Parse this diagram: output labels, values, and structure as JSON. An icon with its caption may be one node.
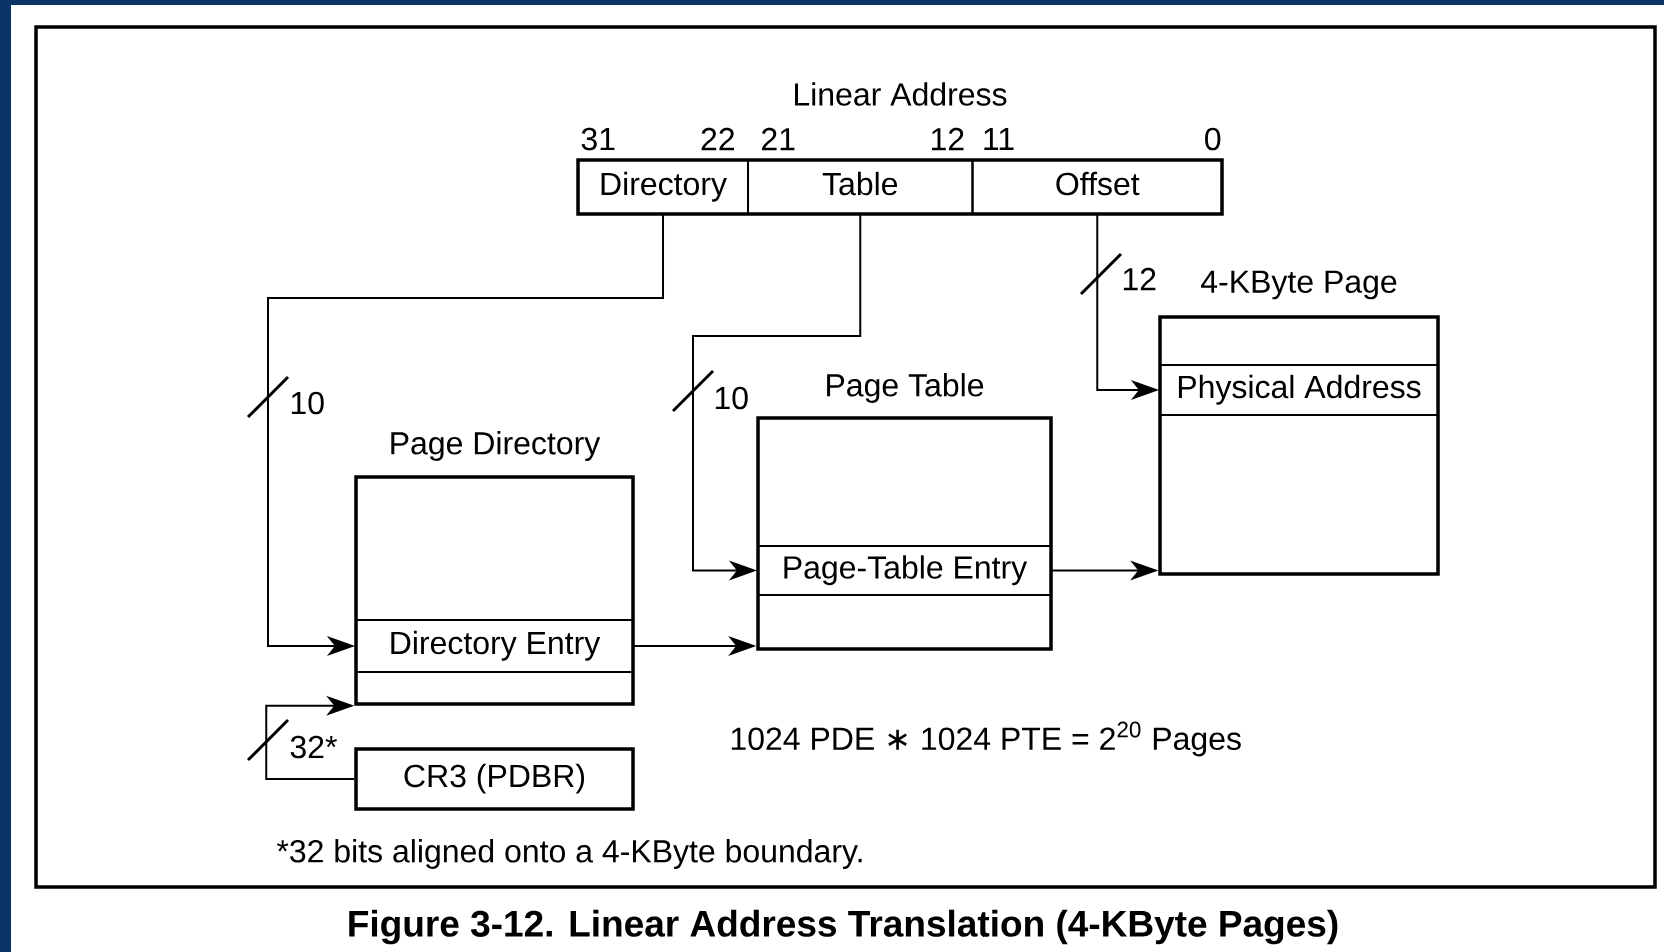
{
  "diagram": {
    "caption": "Figure 3-12. Linear Address Translation (4-KByte Pages)",
    "nodes": [
      {
        "text": [
          "Linear Address"
        ]
      },
      {
        "text": [
          "Directory"
        ],
        "in": 0,
        "beside": [
          "31",
          "22"
        ]
      },
      {
        "text": [
          "Table"
        ],
        "in": 0,
        "beside": [
          "21",
          "12"
        ]
      },
      {
        "text": [
          "Offset"
        ],
        "in": 0,
        "beside": [
          "11",
          "0"
        ]
      },
      {
        "text": [
          "4-KByte Page"
        ]
      },
      {
        "text": [
          "Physical Address"
        ],
        "in": 4
      },
      {
        "text": [
          "Page Table"
        ]
      },
      {
        "text": [
          "Page-Table Entry"
        ],
        "in": 6
      },
      {
        "text": [
          "Page Directory"
        ]
      },
      {
        "text": [
          "Directory Entry"
        ],
        "in": 8
      },
      {
        "text": [
          "CR3 (PDBR)"
        ]
      }
    ],
    "edges": [
      {
        "from": 1,
        "to": 9,
        "arrow": "to",
        "label": "10"
      },
      {
        "from": 2,
        "to": 7,
        "arrow": "to",
        "label": "10"
      },
      {
        "from": 3,
        "to": 5,
        "arrow": "to",
        "label": "12"
      },
      {
        "from": 10,
        "to": 8,
        "arrow": "to",
        "label": "32*"
      },
      {
        "from": 9,
        "to": 6,
        "arrow": "to"
      },
      {
        "from": 7,
        "to": 4,
        "arrow": "to"
      }
    ],
    "labels": [
      "1024 PDE ∗ 1024 PTE = 2$^{20}$ Pages",
      "*32 bits aligned onto a 4-KByte boundary."
    ]
  }
}
